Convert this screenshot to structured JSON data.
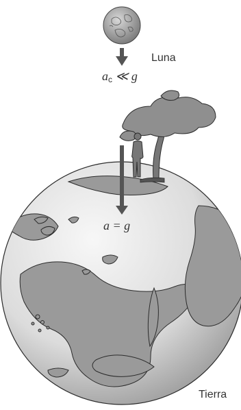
{
  "moon": {
    "label": "Luna",
    "accel_symbol": "a",
    "accel_subscript": "c",
    "accel_relation": " ≪ g"
  },
  "earth": {
    "label": "Tierra",
    "accel_expression": "a = g"
  },
  "colors": {
    "sphere_light": "#f2f2f2",
    "sphere_shade": "#8c8c8c",
    "land_fill": "#9a9a9a",
    "outline": "#2b2b2b",
    "arrow": "#555555",
    "tree_foliage": "#8f8f8f"
  },
  "icons": {
    "moon": "moon-icon",
    "earth": "globe-icon",
    "tree": "tree-icon",
    "person": "person-icon",
    "arrow": "arrow-down-icon"
  }
}
